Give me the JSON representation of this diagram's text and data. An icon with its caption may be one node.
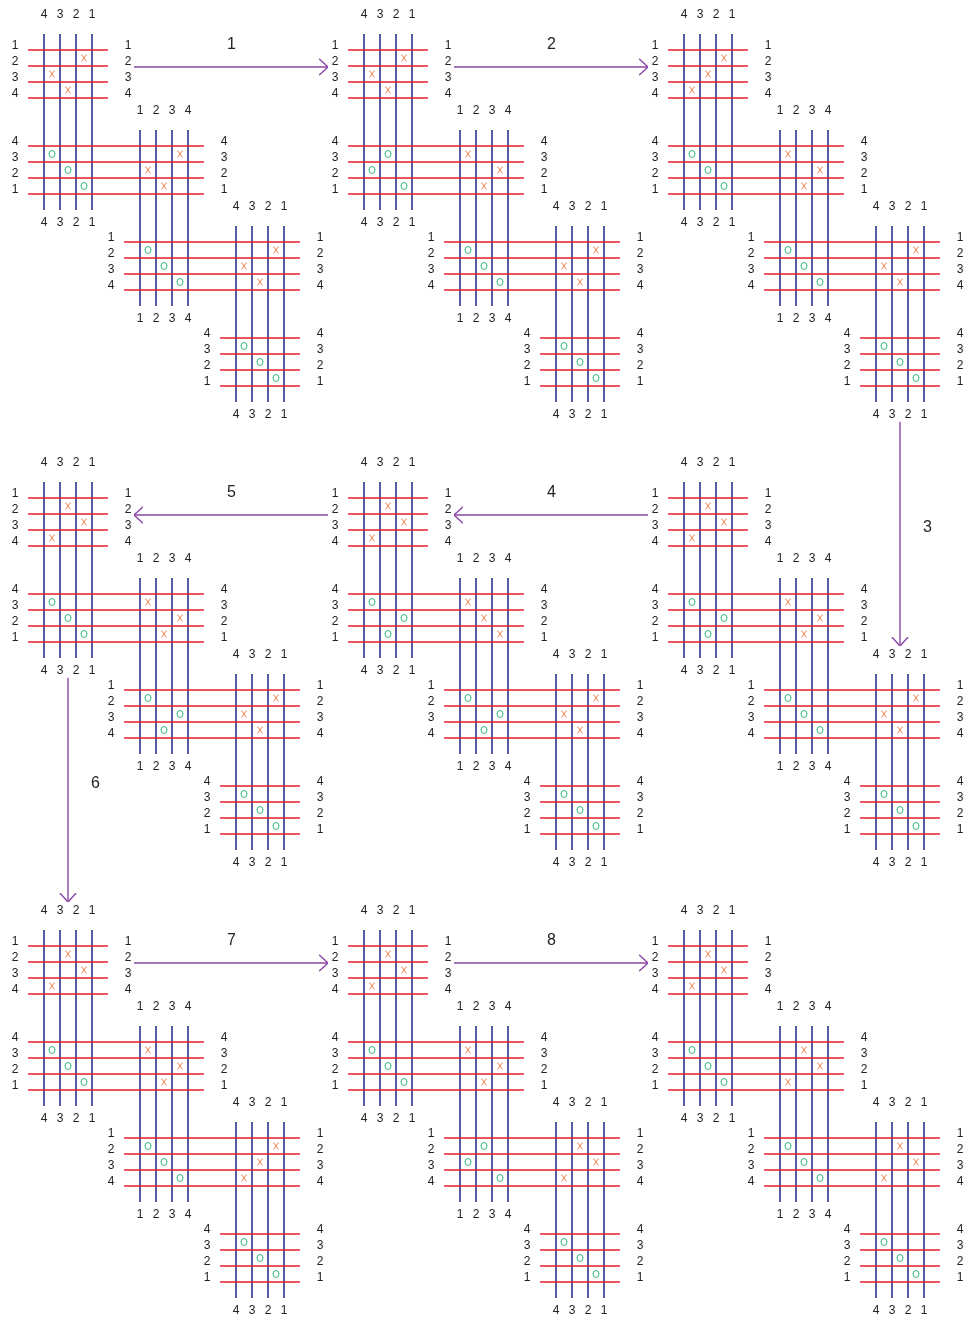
{
  "diagram": {
    "nodes": [
      {
        "text": [
          "4 3 2 1",
          "4 3 2 1"
        ]
      },
      {
        "text": [
          "1 2 3 4",
          "1 2 3 4"
        ]
      },
      {
        "text": [
          "1 2 3 4",
          "1 2 3 4"
        ]
      },
      {
        "text": [
          "4 3 2 1",
          "4 3 2 1"
        ]
      },
      {
        "text": [
          "4 3 2 1",
          "4 3 2 1"
        ]
      },
      {
        "text": [
          "1 2 3 4",
          "1 2 3 4"
        ]
      },
      {
        "text": [
          "4 3 2 1",
          "4 3 2 1"
        ]
      },
      {
        "text": [
          "4 3 2 1",
          "4 3 2 1"
        ]
      },
      {
        "text": [
          "1 2 3 4",
          "1 2 3 4"
        ]
      },
      {
        "text": [
          "1 2 3 4",
          "1 2 3 4"
        ]
      },
      {
        "text": [
          "4 3 2 1",
          "4 3 2 1"
        ]
      },
      {
        "text": [
          "4 3 2 1",
          "4 3 2 1"
        ]
      },
      {
        "text": [
          "1 2 3 4",
          "1 2 3 4"
        ]
      },
      {
        "text": [
          "4 3 2 1",
          "4 3 2 1"
        ]
      },
      {
        "text": [
          "4 3 2 1",
          "4 3 2 1"
        ]
      },
      {
        "text": [
          "1 2 3 4",
          "1 2 3 4"
        ]
      },
      {
        "text": [
          "1 2 3 4",
          "1 2 3 4"
        ]
      },
      {
        "text": [
          "4 3 2 1",
          "4 3 2 1"
        ]
      },
      {
        "text": [
          "4 3 2 1",
          "4 3 2 1"
        ]
      },
      {
        "text": [
          "1 2 3 4",
          "1 2 3 4"
        ]
      },
      {
        "text": [
          "4 3 2 1",
          "4 3 2 1"
        ]
      },
      {
        "text": [
          "4 3 2 1",
          "4 3 2 1"
        ]
      },
      {
        "text": [
          "1 2 3 4",
          "1 2 3 4"
        ]
      },
      {
        "text": [
          "1 2 3 4",
          "1 2 3 4"
        ]
      },
      {
        "text": [
          "4 3 2 1",
          "4 3 2 1"
        ]
      },
      {
        "text": [
          "4 3 2 1",
          "4 3 2 1"
        ]
      },
      {
        "text": [
          "1 2 3 4",
          "1 2 3 4"
        ]
      },
      {
        "text": [
          "4 3 2 1",
          "4 3 2 1"
        ]
      },
      {
        "text": [
          "4 3 2 1",
          "4 3 2 1"
        ]
      },
      {
        "text": [
          "1 2 3 4",
          "1 2 3 4"
        ]
      },
      {
        "text": [
          "1 2 3 4",
          "1 2 3 4"
        ]
      },
      {
        "text": [
          "4 3 2 1",
          "4 3 2 1"
        ]
      },
      {
        "text": [
          "4 3 2 1",
          "4 3 2 1"
        ]
      },
      {
        "text": [
          "1 2 3 4",
          "1 2 3 4"
        ]
      },
      {
        "text": [
          "4 3 2 1",
          "4 3 2 1"
        ]
      },
      {
        "text": [
          "4 3 2 1",
          "4 3 2 1"
        ]
      },
      {
        "text": [
          "1 2 3 4",
          "1 2 3 4"
        ]
      },
      {
        "text": [
          "1 2 3 4",
          "1 2 3 4"
        ]
      },
      {
        "text": [
          "4 3 2 1",
          "4 3 2 1"
        ]
      },
      {
        "text": [
          "4 3 2 1",
          "4 3 2 1"
        ]
      },
      {
        "text": [
          "1 2 3 4",
          "1 2 3 4"
        ]
      },
      {
        "text": [
          "4 3 2 1",
          "4 3 2 1"
        ]
      },
      {
        "text": [
          "4 3 2 1",
          "4 3 2 1"
        ]
      },
      {
        "text": [
          "1 2 3 4",
          "1 2 3 4"
        ]
      },
      {
        "text": [
          "1 2 3 4",
          "1 2 3 4"
        ]
      },
      {
        "text": [
          "4 3 2 1",
          "4 3 2 1"
        ]
      },
      {
        "text": [
          "4 3 2 1",
          "4 3 2 1"
        ]
      },
      {
        "text": [
          "1 2 3 4",
          "1 2 3 4"
        ]
      },
      {
        "text": [
          "4 3 2 1",
          "4 3 2 1"
        ]
      },
      {
        "text": [
          "4 3 2 1",
          "4 3 2 1"
        ]
      },
      {
        "text": [
          "1 2 3 4",
          "1 2 3 4"
        ]
      },
      {
        "text": [
          "1 2 3 4",
          "1 2 3 4"
        ]
      },
      {
        "text": [
          "4 3 2 1",
          "4 3 2 1"
        ]
      },
      {
        "text": [
          "4 3 2 1",
          "4 3 2 1"
        ]
      },
      {
        "text": [
          "1 2 3 4",
          "1 2 3 4"
        ]
      },
      {
        "text": [
          "4 3 2 1",
          "4 3 2 1"
        ]
      },
      {
        "text": [
          "4 3 2 1",
          "4 3 2 1"
        ]
      },
      {
        "text": [
          "1 2 3 4",
          "1 2 3 4"
        ]
      },
      {
        "text": [
          "1 2 3 4",
          "1 2 3 4"
        ]
      },
      {
        "text": [
          "4 3 2 1",
          "4 3 2 1"
        ]
      },
      {
        "text": [
          "4 3 2 1",
          "4 3 2 1"
        ]
      },
      {
        "text": [
          "1 2 3 4",
          "1 2 3 4"
        ]
      },
      {
        "text": [
          "4 3 2 1",
          "4 3 2 1"
        ]
      }
    ],
    "edges": [
      {
        "from": 1,
        "to": 8,
        "arrow": "to",
        "label": "1"
      },
      {
        "from": 8,
        "to": 15,
        "arrow": "to",
        "label": "2"
      },
      {
        "from": 18,
        "to": 39,
        "arrow": "to",
        "label": "3"
      },
      {
        "from": 36,
        "to": 29,
        "arrow": "to",
        "label": "4"
      },
      {
        "from": 29,
        "to": 22,
        "arrow": "to",
        "label": "5"
      },
      {
        "from": 21,
        "to": 42,
        "arrow": "to",
        "label": "6"
      },
      {
        "from": 43,
        "to": 50,
        "arrow": "to",
        "label": "7"
      },
      {
        "from": 50,
        "to": 57,
        "arrow": "to",
        "label": "8"
      }
    ]
  }
}
